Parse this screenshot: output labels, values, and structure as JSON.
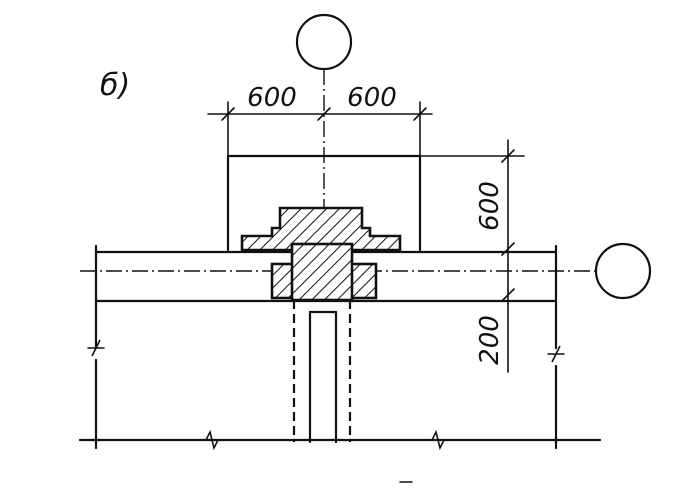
{
  "figure": {
    "panel_label": "б)",
    "dimensions": {
      "left_half_width": "600",
      "right_half_width": "600",
      "cap_height": "600",
      "slab_thickness": "200"
    },
    "axis_markers": {
      "vertical_axis": "",
      "horizontal_axis": ""
    },
    "colors": {
      "ink": "#111111",
      "paper": "#ffffff"
    }
  }
}
